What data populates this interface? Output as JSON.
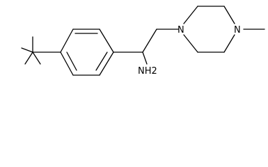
{
  "molecule": {
    "atoms": {
      "amine": "NH2",
      "piperazine_n1": "N",
      "piperazine_n4": "N"
    },
    "groups": [
      "tert-butyl",
      "benzene-ring",
      "piperazine-ring",
      "methyl"
    ]
  }
}
